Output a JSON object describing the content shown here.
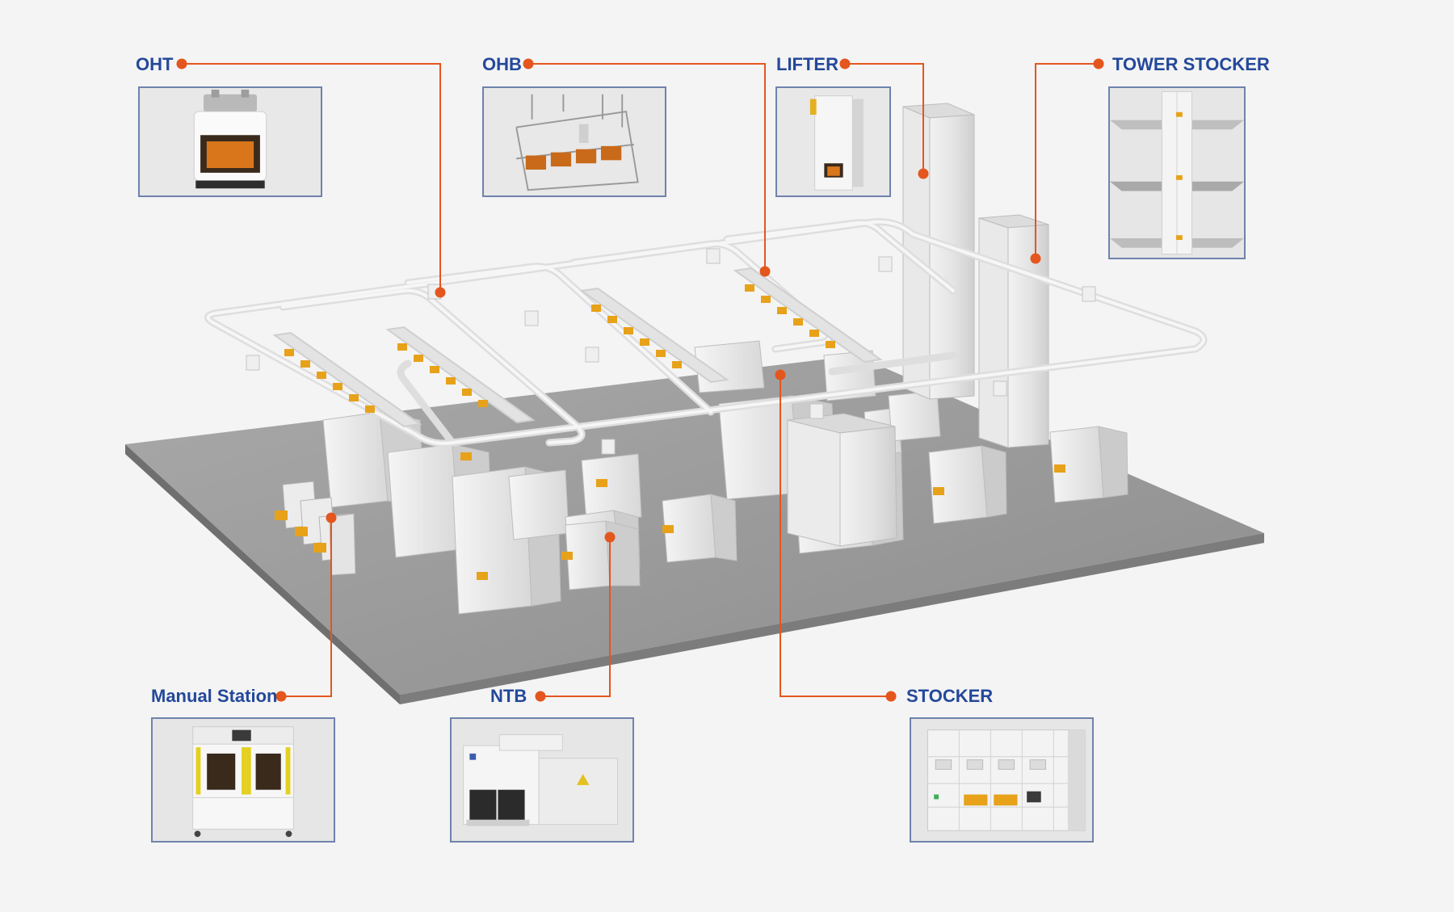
{
  "colors": {
    "accent": "#e4561e",
    "label_text": "#24489a",
    "frame_border": "#6f82ad",
    "background": "#f4f4f4",
    "floor": "#9a9a9a",
    "carrier": "#e7a21a"
  },
  "labels": {
    "oht": "OHT",
    "ohb": "OHB",
    "lifter": "LIFTER",
    "tower_stocker": "TOWER STOCKER",
    "manual_station": "Manual Station",
    "ntb": "NTB",
    "stocker": "STOCKER"
  }
}
